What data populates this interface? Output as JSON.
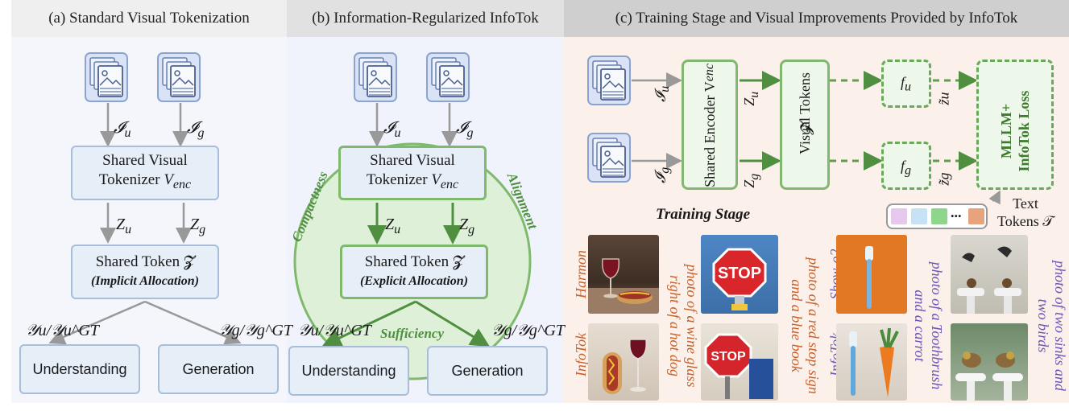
{
  "panels": {
    "a": {
      "header": "(a) Standard Visual Tokenization",
      "input_u": "𝓘",
      "input_u_sub": "u",
      "input_g": "𝓘",
      "input_g_sub": "g",
      "tokenizer_line1": "Shared Visual",
      "tokenizer_line2": "Tokenizer V",
      "tokenizer_sub": "enc",
      "z_u": "Z",
      "z_u_sub": "u",
      "z_g": "Z",
      "z_g_sub": "g",
      "shared_token_line1": "Shared Token 𝓩",
      "shared_token_line2": "(Implicit Allocation)",
      "y_u": "𝒴u/𝒴u^GT",
      "y_g": "𝒴g/𝒴g^GT",
      "understanding": "Understanding",
      "generation": "Generation"
    },
    "b": {
      "header": "(b) Information-Regularized InfoTok",
      "tokenizer_line1": "Shared Visual",
      "tokenizer_line2": "Tokenizer V",
      "tokenizer_sub": "enc",
      "shared_token_line1": "Shared Token 𝓩",
      "shared_token_line2": "(Explicit Allocation)",
      "compactness": "Compactness",
      "alignment": "Alignment",
      "sufficiency": "Sufficiency",
      "understanding": "Understanding",
      "generation": "Generation"
    },
    "c": {
      "header": "(c) Training Stage and Visual Improvements  Provided by InfoTok",
      "shared_encoder": "Shared Encoder V",
      "shared_encoder_sub": "enc",
      "visual_tokens": "Visual Tokens",
      "visual_tokens_sym": "𝓩",
      "f_u": "f",
      "f_u_sub": "u",
      "f_g": "f",
      "f_g_sub": "g",
      "mllm_line1": "MLLM+",
      "mllm_line2": "InfoTok Loss",
      "training_stage": "Training Stage",
      "text_tokens_line1": "Text",
      "text_tokens_line2": "Tokens 𝒯",
      "ellipsis": "...",
      "zu_tilde": "z̃u",
      "zg_tilde": "z̃g",
      "row_labels": {
        "harmon": "Harmon",
        "infotok1": "InfoTok",
        "show_o2": "Show-o2",
        "infotok2": "InfoTok"
      },
      "captions": {
        "cap1_line1": "photo of a wine glass",
        "cap1_line2": "right of a hot dog",
        "cap2_line1": "photo of a red stop sign",
        "cap2_line2": "and a blue book",
        "cap3_line1": "photo of a Toothbrush",
        "cap3_line2": "and a carrot",
        "cap4_line1": "photo of two sinks and",
        "cap4_line2": "two birds"
      },
      "stop_text": "STOP"
    }
  },
  "colors": {
    "box_fill": "#e6eef8",
    "box_border": "#a7bdd8",
    "green": "#5e9d4e",
    "orange_text": "#c8612a",
    "purple_text": "#6a56b8"
  }
}
